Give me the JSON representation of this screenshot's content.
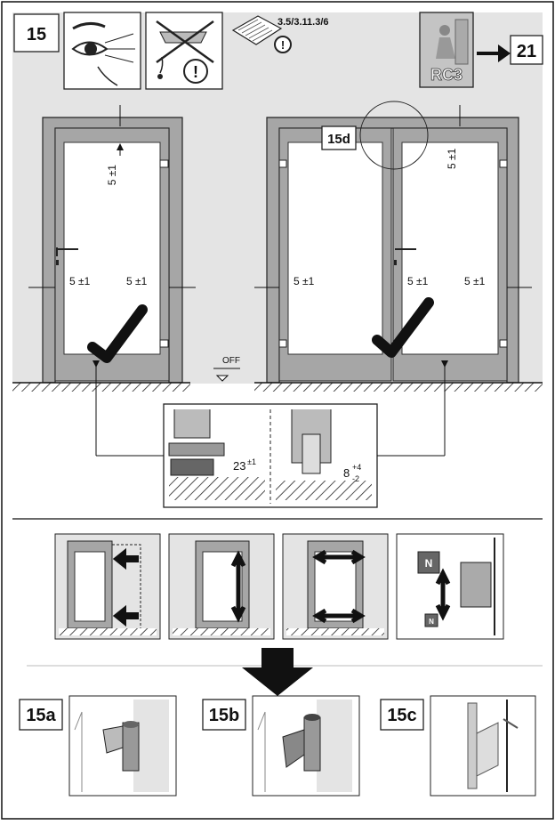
{
  "step": {
    "number": "15",
    "reference": "3.5/3.11.3/6",
    "next_step": "21",
    "badge": "RC3"
  },
  "doors": {
    "detail_label": "15d",
    "gap_top": "5 ±1",
    "gap_side": "5 ±1",
    "floor_label": "OFF"
  },
  "threshold": {
    "left_value": "23",
    "left_tolerance": "±1",
    "right_value": "8",
    "right_tol_plus": "+4",
    "right_tol_minus": "-2"
  },
  "hinge_panels": {
    "a": "15a",
    "b": "15b",
    "c": "15c",
    "weight_label": "N"
  }
}
